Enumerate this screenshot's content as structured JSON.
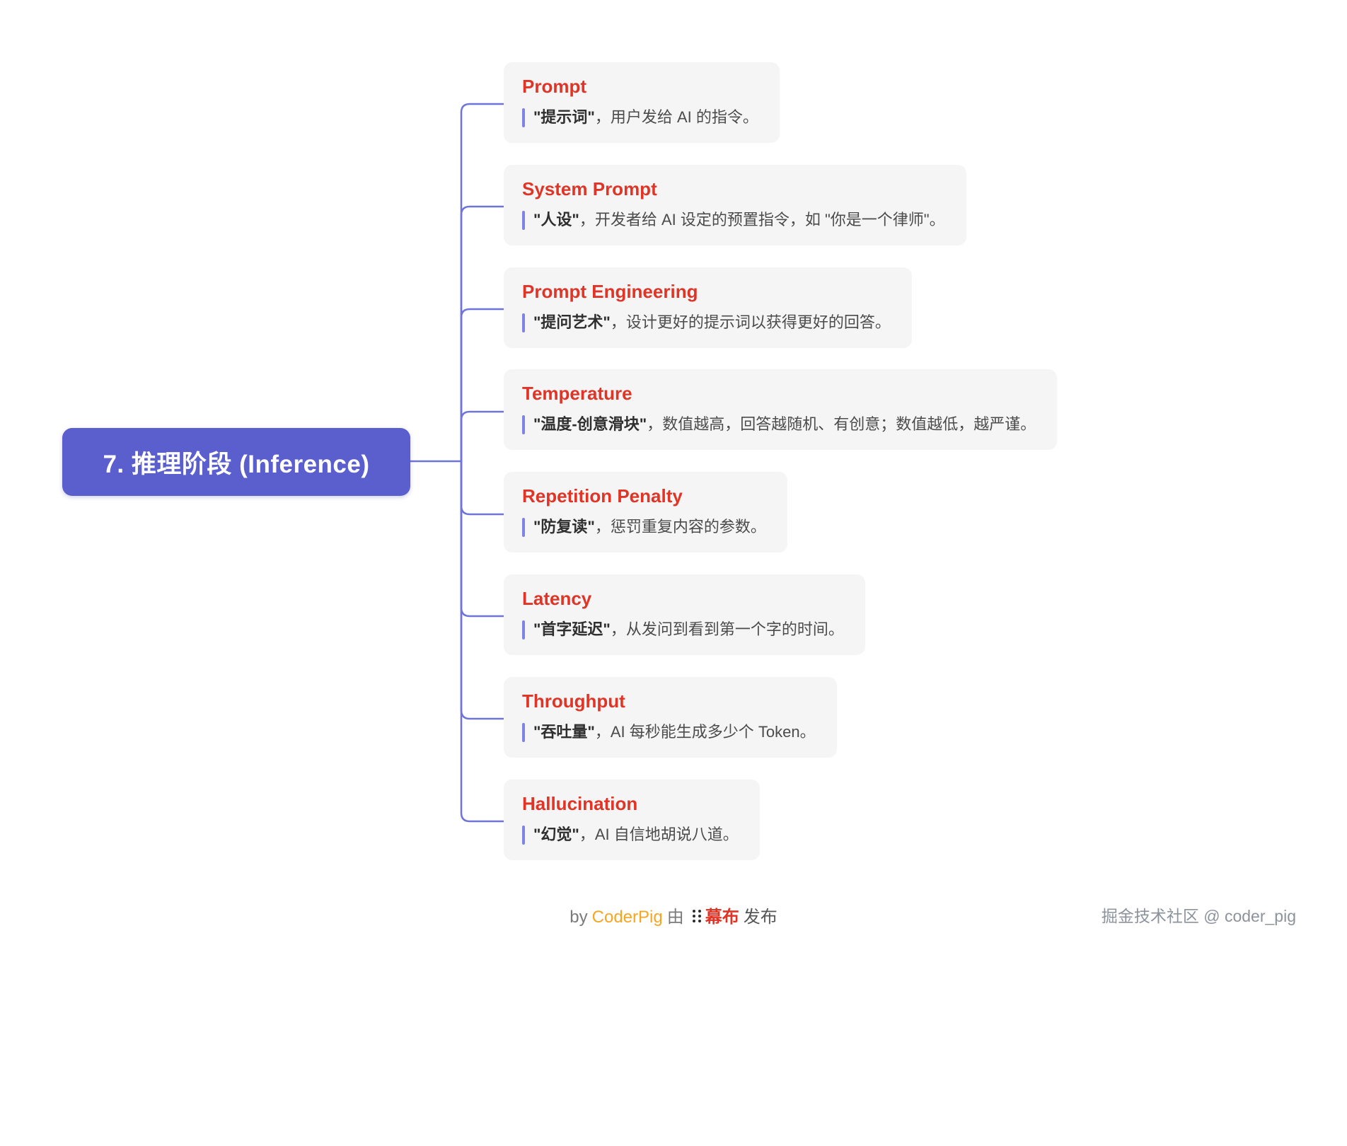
{
  "root_label": "7. 推理阶段 (Inference)",
  "nodes": [
    {
      "title": "Prompt",
      "term": "\"提示词\"",
      "rest": "，用户发给 AI 的指令。"
    },
    {
      "title": "System Prompt",
      "term": "\"人设\"",
      "rest": "，开发者给 AI 设定的预置指令，如 \"你是一个律师\"。"
    },
    {
      "title": "Prompt Engineering",
      "term": "\"提问艺术\"",
      "rest": "，设计更好的提示词以获得更好的回答。"
    },
    {
      "title": "Temperature",
      "term": "\"温度-创意滑块\"",
      "rest": "，数值越高，回答越随机、有创意；数值越低，越严谨。"
    },
    {
      "title": "Repetition Penalty",
      "term": "\"防复读\"",
      "rest": "，惩罚重复内容的参数。"
    },
    {
      "title": "Latency",
      "term": "\"首字延迟\"",
      "rest": "，从发问到看到第一个字的时间。"
    },
    {
      "title": "Throughput",
      "term": "\"吞吐量\"",
      "rest": "，AI 每秒能生成多少个 Token。"
    },
    {
      "title": "Hallucination",
      "term": "\"幻觉\"",
      "rest": "，AI 自信地胡说八道。"
    }
  ],
  "footer": {
    "by": "by",
    "author": "CoderPig",
    "via": "由",
    "platform": "幕布",
    "publish": "发布",
    "watermark": "掘金技术社区 @ coder_pig"
  },
  "colors": {
    "root_bg": "#5b5fce",
    "connector": "#6f74d9",
    "card_bg": "#f5f5f6",
    "title_red": "#e03426",
    "term_bar": "#8083e0",
    "author_orange": "#f5a623"
  }
}
